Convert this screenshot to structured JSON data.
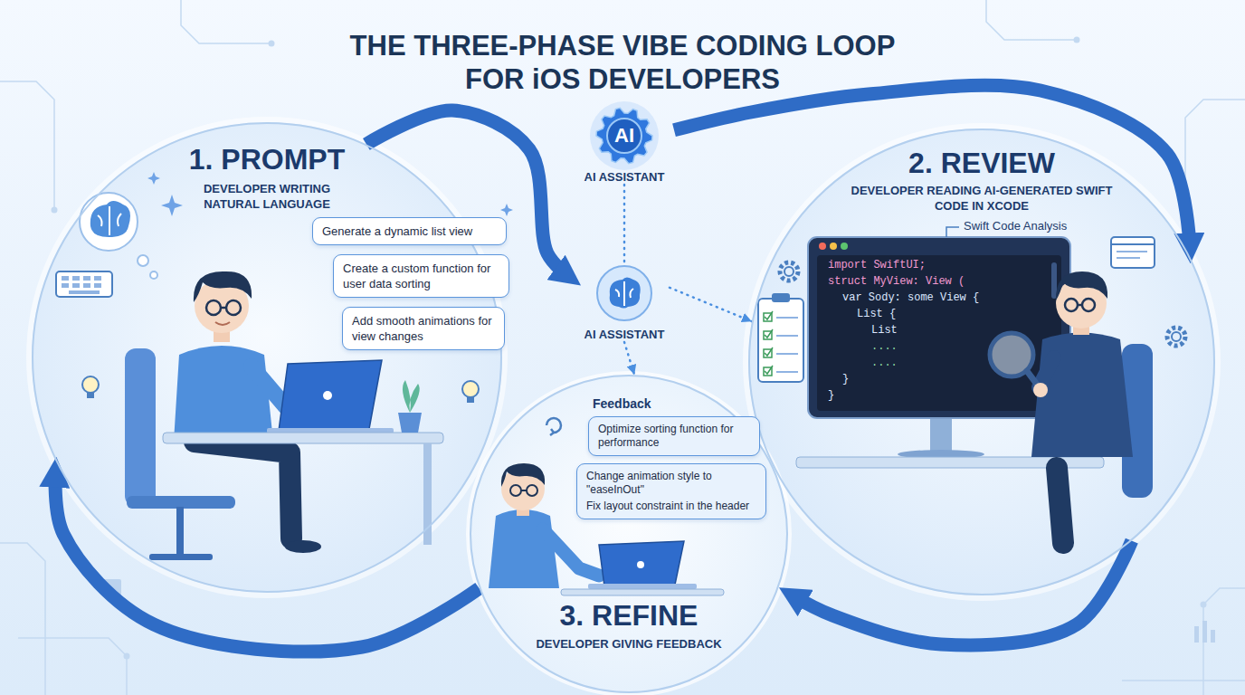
{
  "diagram": {
    "title": "THE THREE-PHASE VIBE CODING LOOP FOR iOS DEVELOPERS",
    "nodes": [
      {
        "text": [
          "1. PROMPT",
          "DEVELOPER WRITING NATURAL LANGUAGE"
        ]
      },
      {
        "text": [
          "Generate a dynamic list view"
        ],
        "in": 0
      },
      {
        "text": [
          "Create a custom function for user data sorting"
        ],
        "in": 0
      },
      {
        "text": [
          "Add smooth animations for view changes"
        ],
        "in": 0
      },
      {
        "text": [
          "AI",
          "AI ASSISTANT"
        ]
      },
      {
        "text": [
          "2. REVIEW",
          "DEVELOPER READING AI-GENERATED SWIFT CODE IN XCODE"
        ]
      },
      {
        "text": [
          "AI ASSISTANT"
        ]
      },
      {
        "text": [
          "3. REFINE",
          "DEVELOPER GIVING FEEDBACK"
        ]
      },
      {
        "text": [
          "Optimize sorting function for performance"
        ],
        "in": 7
      },
      {
        "text": [
          "Change animation style to \"easeInOut\"",
          "Fix layout constraint in the header"
        ],
        "in": 7
      }
    ],
    "edges": [
      {
        "from": 0,
        "to": 6,
        "arrow": "to"
      },
      {
        "from": 4,
        "to": 5,
        "arrow": "to"
      },
      {
        "from": 5,
        "to": 7,
        "arrow": "to"
      },
      {
        "from": 7,
        "to": 0,
        "arrow": "to"
      },
      {
        "from": 4,
        "to": 6,
        "arrow": "none"
      },
      {
        "from": 6,
        "to": 5,
        "arrow": "to"
      },
      {
        "from": 6,
        "to": 7,
        "arrow": "to"
      }
    ],
    "labels": [
      "Swift Code Analysis",
      "import SwiftUI;",
      "struct MyView: View (",
      "var Sody: some View {",
      "List {",
      "List",
      "....",
      "....",
      "}",
      "}",
      "Feedback"
    ]
  }
}
